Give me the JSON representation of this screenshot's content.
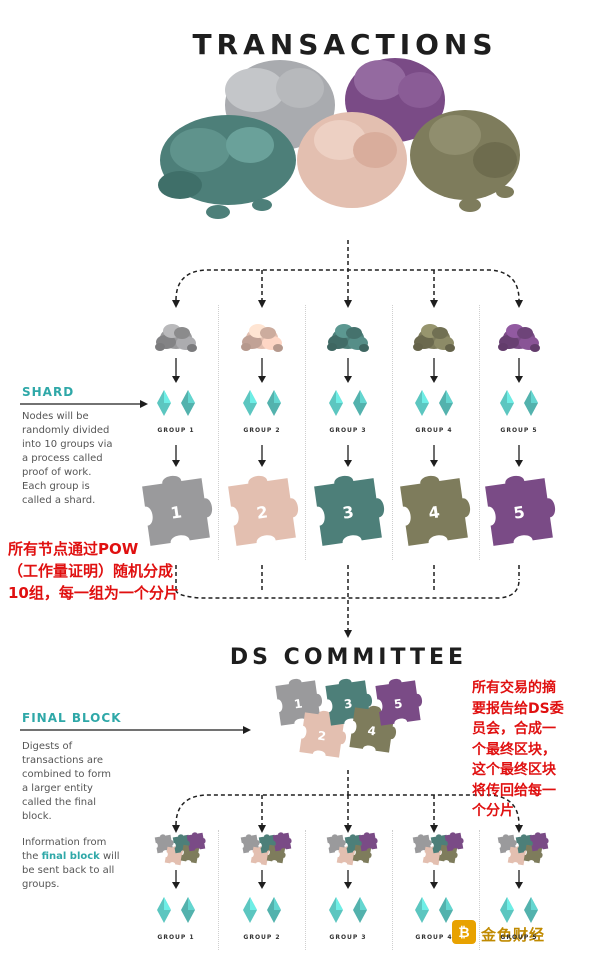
{
  "title_top": "TRANSACTIONS",
  "title_mid": "DS COMMITTEE",
  "shard": {
    "heading": "SHARD",
    "text_lines": [
      "Nodes will be",
      "randomly divided",
      "into 10 groups via",
      "a process called",
      "proof of work.",
      "Each group is",
      "called a shard."
    ]
  },
  "final_block": {
    "heading": "FINAL BLOCK",
    "text_lines": [
      "Digests of",
      "transactions are",
      "combined to form",
      "a larger entity",
      "called the final",
      "block."
    ],
    "info_line1": "Information from",
    "info_the": "the ",
    "info_highlight": "final block",
    "info_will": " will",
    "info_line3": "be sent back to all",
    "info_line4": "groups."
  },
  "groups": [
    {
      "label": "GROUP 1",
      "number": "1",
      "color": "#9a9a9c"
    },
    {
      "label": "GROUP 2",
      "number": "2",
      "color": "#e3bfb0"
    },
    {
      "label": "GROUP 3",
      "number": "3",
      "color": "#4d7f79"
    },
    {
      "label": "GROUP 4",
      "number": "4",
      "color": "#7e7c5c"
    },
    {
      "label": "GROUP 5",
      "number": "5",
      "color": "#7a4b86"
    }
  ],
  "ds_pieces": [
    "1",
    "2",
    "3",
    "4",
    "5"
  ],
  "annotation_left": [
    "所有节点通过POW",
    "（工作量证明）随机分成",
    "10组，每一组为一个分片"
  ],
  "annotation_right": [
    "所有交易的摘",
    "要报告给DS委",
    "员会，合成一",
    "个最终区块，",
    "这个最终区块",
    "将传回给每一",
    "个分片"
  ],
  "watermark": "金色财经",
  "colors": {
    "teal": "#2fa8a8",
    "red_annotation": "#e01010",
    "crystal": "#5cc6c0"
  }
}
